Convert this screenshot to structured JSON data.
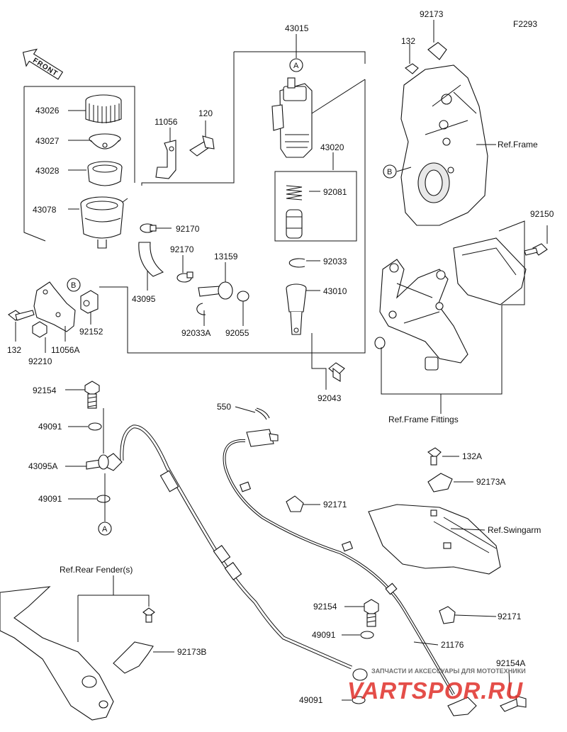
{
  "figure_code": "F2293",
  "front_label": "FRONT",
  "parts": {
    "p43015": "43015",
    "p43026": "43026",
    "p43027": "43027",
    "p43028": "43028",
    "p43078": "43078",
    "p11056": "11056",
    "p120": "120",
    "p43020": "43020",
    "p92081": "92081",
    "p92033": "92033",
    "p43010": "43010",
    "p92043": "92043",
    "p92170a": "92170",
    "p92170b": "92170",
    "p13159": "13159",
    "p43095": "43095",
    "p92033A": "92033A",
    "p92055": "92055",
    "p132a": "132",
    "p92210": "92210",
    "p11056A": "11056A",
    "p92152": "92152",
    "p92154a": "92154",
    "p49091a": "49091",
    "p43095A": "43095A",
    "p49091b": "49091",
    "p550": "550",
    "p92171a": "92171",
    "p92154b": "92154",
    "p49091c": "49091",
    "p49091d": "49091",
    "p21176": "21176",
    "p92154A": "92154A",
    "p92171b": "92171",
    "p132A": "132A",
    "p92173A": "92173A",
    "p92173B": "92173B",
    "p92173": "92173",
    "p132b": "132",
    "p92150": "92150"
  },
  "references": {
    "frame": "Ref.Frame",
    "frame_fittings": "Ref.Frame Fittings",
    "swingarm": "Ref.Swingarm",
    "rear_fender": "Ref.Rear Fender(s)"
  },
  "callouts": {
    "A1": "A",
    "A2": "A",
    "B1": "B",
    "B2": "B"
  },
  "watermark": {
    "caption": "ЗАПЧАСТИ И АКСЕССУАРЫ ДЛЯ МОТОТЕХНИКИ",
    "brand": "VARTSPOR.RU",
    "brand_color": "#e0302a"
  }
}
